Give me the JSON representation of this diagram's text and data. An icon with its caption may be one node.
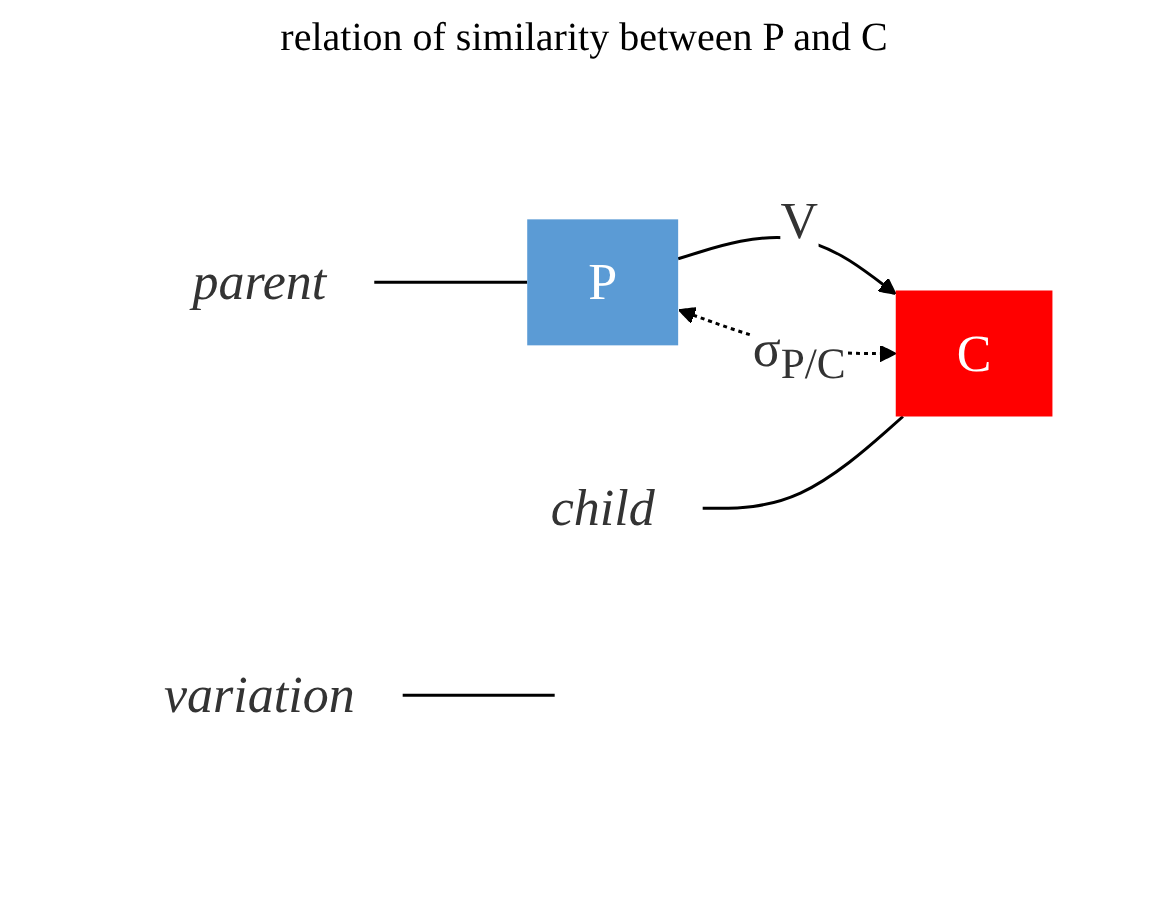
{
  "diagram": {
    "title": "relation of similarity between P and C",
    "nodes": [
      {
        "text": [
          "P"
        ]
      },
      {
        "text": [
          "C"
        ]
      },
      {
        "text": [
          "parent"
        ]
      },
      {
        "text": [
          "variation"
        ]
      },
      {
        "text": [
          "child"
        ]
      }
    ],
    "edges": [
      {
        "from": 0,
        "to": 1,
        "arrow": "to",
        "label": "V"
      },
      {
        "from": 0,
        "to": 1,
        "arrow": "both",
        "style": "dashed",
        "label": "σ$_{P/C}$"
      },
      {
        "from": 2,
        "to": 0,
        "arrow": "none"
      },
      {
        "from": 3,
        "to": null,
        "arrow": "none"
      },
      {
        "from": 4,
        "to": 1,
        "arrow": "none"
      }
    ]
  }
}
